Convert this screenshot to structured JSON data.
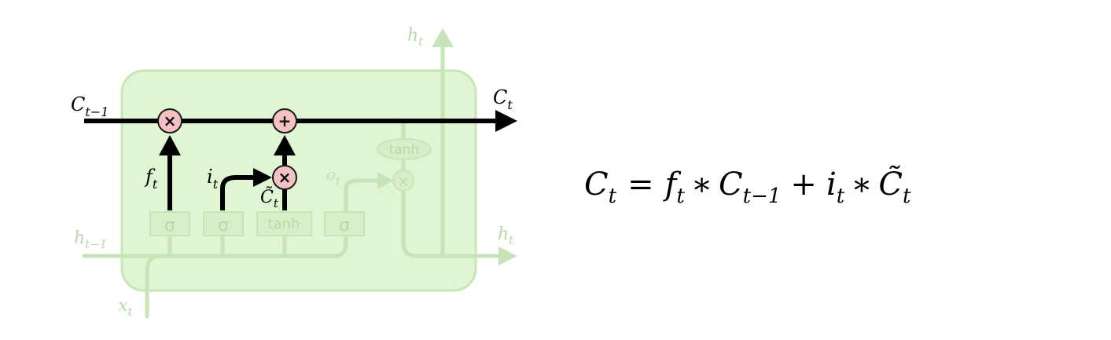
{
  "cell": {
    "c_prev": {
      "base": "C",
      "sub": "t−1"
    },
    "c_out": {
      "base": "C",
      "sub": "t"
    },
    "h_top": {
      "base": "h",
      "sub": "t"
    },
    "h_right": {
      "base": "h",
      "sub": "t"
    },
    "h_prev": {
      "base": "h",
      "sub": "t−1"
    },
    "x_in": {
      "base": "x",
      "sub": "t"
    },
    "f_label": {
      "base": "f",
      "sub": "t"
    },
    "i_label": {
      "base": "i",
      "sub": "t"
    },
    "c_tilde": {
      "base": "C̃",
      "sub": "t"
    },
    "o_label": {
      "base": "o",
      "sub": "t"
    }
  },
  "gates": {
    "sigma1": "σ",
    "sigma2": "σ",
    "tanh1": "tanh",
    "sigma3": "σ",
    "tanh2": "tanh"
  },
  "ops": {
    "mult_forget": "×",
    "add_cell": "+",
    "mult_input": "×",
    "mult_output": "×"
  },
  "equation": {
    "lhs_base": "C",
    "lhs_sub": "t",
    "eq": "=",
    "t1_base": "f",
    "t1_sub": "t",
    "star1": "∗",
    "t2_base": "C",
    "t2_sub": "t−1",
    "plus": "+",
    "t3_base": "i",
    "t3_sub": "t",
    "star2": "∗",
    "t4_base": "C̃",
    "t4_sub": "t"
  },
  "colors": {
    "cell_fill": "#dff5d4",
    "cell_stroke": "#c6e6b6",
    "faded_line": "#c7e3b8",
    "faded_text": "#b9d9aa",
    "active_line": "#000000",
    "op_fill": "#f3c1c1",
    "op_stroke": "#1a1a1a"
  }
}
